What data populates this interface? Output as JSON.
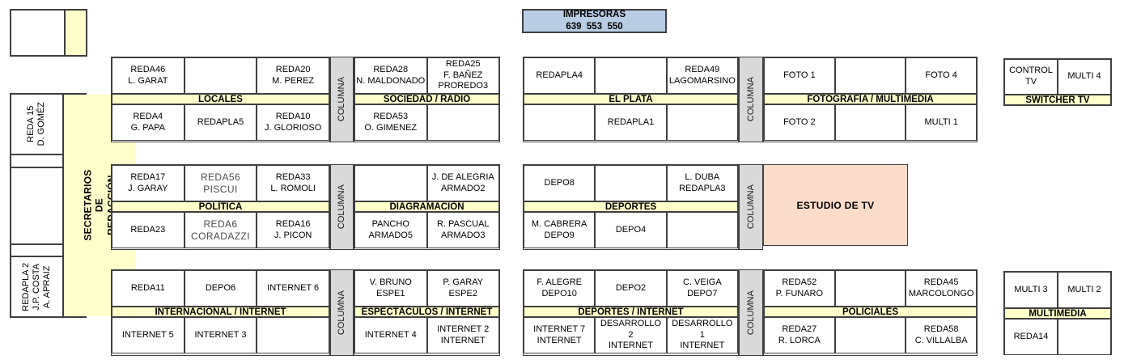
{
  "palette": {
    "band_yellow": "#ffffcc",
    "columna_gray": "#d9d9d9",
    "studio_pink": "#fbdccb",
    "printer_blue": "#b8cce4",
    "border": "#3f3f3f"
  },
  "printer_box": {
    "line1": "IMPRESORAS",
    "line2": "639  553  550"
  },
  "columna_label": "COLUMNA",
  "studio": {
    "label": "ESTUDIO DE TV"
  },
  "sidebar": {
    "vertical_label": "SECRETARIOS DE REDACCIÓN",
    "cells": [
      "REDA 15\nD. GOMÉZ",
      "",
      "",
      "",
      "REDAPLA 2\nJ.P. COSTA\nA. APRAIZ"
    ]
  },
  "blocks": [
    {
      "id": "locales",
      "title": "LOCALES",
      "top": [
        "REDA46\nL. GARAT",
        "",
        "REDA20\nM. PEREZ"
      ],
      "bottom": [
        "REDA4\nG. PAPA",
        "REDAPLA5",
        "REDA10\nJ. GLORIOSO"
      ]
    },
    {
      "id": "sociedad",
      "title": "SOCIEDAD / RADIO",
      "top": [
        "REDA28\nN. MALDONADO",
        "REDA25\nF. BAÑEZ\nPROREDO3"
      ],
      "bottom": [
        "REDA53\nO. GIMENEZ",
        ""
      ]
    },
    {
      "id": "elplata",
      "title": "EL PLATA",
      "top": [
        "REDAPLA4",
        "",
        "REDA49\nLAGOMARSINO"
      ],
      "bottom": [
        "",
        "REDAPLA1",
        ""
      ]
    },
    {
      "id": "fotografia",
      "title": "FOTOGRAFÍA / MULTIMEDIA",
      "top": [
        "FOTO 1",
        "",
        "FOTO 4"
      ],
      "bottom": [
        "FOTO 2",
        "",
        "MULTI 1"
      ]
    },
    {
      "id": "switcher",
      "title": "SWITCHER TV",
      "top": [
        "CONTROL TV",
        "MULTI 4"
      ]
    },
    {
      "id": "politica",
      "title": "POLÍTICA",
      "top": [
        "REDA17\nJ. GARAY",
        {
          "text": "REDA56\nPISCUI",
          "muted": true
        },
        "REDA33\nL. ROMOLI"
      ],
      "bottom": [
        "REDA23",
        {
          "text": "REDA6\nCORADAZZI",
          "muted": true
        },
        "REDA16\nJ. PICON"
      ]
    },
    {
      "id": "diagramacion",
      "title": "DIAGRAMACIÓN",
      "top": [
        "",
        "J. DE ALEGRIA\nARMADO2"
      ],
      "bottom": [
        "PANCHO\nARMADO5",
        "R. PASCUAL\nARMADO3"
      ]
    },
    {
      "id": "deportes",
      "title": "DEPORTES",
      "top": [
        "DEPO8",
        "",
        "L. DUBA\nREDAPLA3"
      ],
      "bottom": [
        "M. CABRERA\nDEPO9",
        "DEPO4",
        ""
      ]
    },
    {
      "id": "internacional",
      "title": "INTERNACIONAL / INTERNET",
      "top": [
        "REDA11",
        "DEPO6",
        "INTERNET 6"
      ],
      "bottom": [
        "INTERNET 5",
        "INTERNET 3",
        ""
      ]
    },
    {
      "id": "espectaculos",
      "title": "ESPECTÁCULOS / INTERNET",
      "top": [
        "V. BRUNO\nESPE1",
        "P. GARAY\nESPE2"
      ],
      "bottom": [
        "INTERNET 4",
        "INTERNET 2\nINTERNET"
      ]
    },
    {
      "id": "deportes-internet",
      "title": "DEPORTES / INTERNET",
      "top": [
        "F. ALEGRE\nDEPO10",
        "DEPO2",
        "C. VEIGA\nDEPO7"
      ],
      "bottom": [
        "INTERNET 7\nINTERNET",
        "DESARROLLO 2\nINTERNET",
        "DESARROLLO 1\nINTERNET"
      ]
    },
    {
      "id": "policiales",
      "title": "POLICIALES",
      "top": [
        "REDA52\nP. FUNARO",
        "",
        "REDA45\nMARCOLONGO"
      ],
      "bottom": [
        "REDA27\nR. LORCA",
        "",
        "REDA58\nC. VILLALBA"
      ]
    },
    {
      "id": "multimedia",
      "title": "MULTIMEDIA",
      "top": [
        "MULTI 3",
        "MULTI 2"
      ],
      "bottom": [
        "REDA14",
        ""
      ]
    }
  ]
}
